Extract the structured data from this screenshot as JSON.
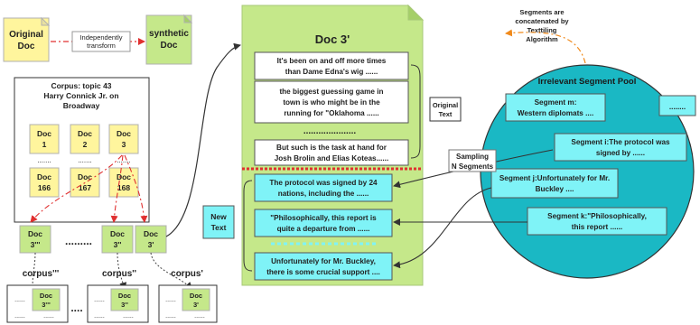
{
  "top": {
    "original_doc": [
      "Original",
      "Doc"
    ],
    "transform_label": [
      "Independently",
      "transform"
    ],
    "synthetic_doc": [
      "synthetic",
      "Doc"
    ]
  },
  "corpus": {
    "title": [
      "Corpus: topic 43",
      "Harry Connick Jr. on",
      "Broadway"
    ],
    "docs": [
      {
        "id": "doc-1",
        "lines": [
          "Doc",
          "1"
        ]
      },
      {
        "id": "doc-2",
        "lines": [
          "Doc",
          "2"
        ]
      },
      {
        "id": "doc-3",
        "lines": [
          "Doc",
          "3"
        ]
      },
      {
        "id": "doc-166",
        "lines": [
          "Doc",
          "166"
        ]
      },
      {
        "id": "doc-167",
        "lines": [
          "Doc",
          "167"
        ]
      },
      {
        "id": "doc-168",
        "lines": [
          "Doc",
          "168"
        ]
      }
    ],
    "dots": ".......",
    "bottom_docs": [
      {
        "id": "doc-3-triple",
        "lines": [
          "Doc",
          "3'''"
        ]
      },
      {
        "id": "doc-3-double",
        "lines": [
          "Doc",
          "3''"
        ]
      },
      {
        "id": "doc-3-single",
        "lines": [
          "Doc",
          "3'"
        ]
      }
    ],
    "bottom_ellipsis": ".........",
    "sub_corpora": [
      {
        "id": "corpus-triple",
        "label": "corpus'''",
        "doc": [
          "Doc",
          "3'''"
        ]
      },
      {
        "id": "corpus-double",
        "label": "corpus''",
        "doc": [
          "Doc",
          "3''"
        ]
      },
      {
        "id": "corpus-single",
        "label": "corpus'",
        "doc": [
          "Doc",
          "3'"
        ]
      }
    ],
    "sub_ellipsis": "....",
    "row_dots": "......"
  },
  "doc3": {
    "title": "Doc 3'",
    "original_segments": [
      [
        "It's been on and off more times",
        "than Dame Edna's wig ......"
      ],
      [
        "the biggest guessing game in",
        "town is who might be in the",
        "running for \"Oklahoma ......"
      ],
      [
        "But such is the task at hand for",
        "Josh Brolin and Elias Koteas......"
      ]
    ],
    "dotted_row": ".....................",
    "original_text_label": [
      "Original",
      "Text"
    ],
    "new_segments": [
      [
        "The protocol was signed by 24",
        "nations, including the ......"
      ],
      [
        "\"Philosophically, this report is",
        "quite a departure from ......"
      ],
      [
        "Unfortunately for Mr. Buckley,",
        "there is some crucial support ...."
      ]
    ],
    "new_text_label": [
      "New",
      "Text"
    ]
  },
  "pool": {
    "title": "Irrelevant Segment Pool",
    "segments": [
      {
        "id": "segment-m",
        "lines": [
          "Segment m:",
          "Western diplomats ...."
        ]
      },
      {
        "id": "segment-dots",
        "lines": [
          "........"
        ]
      },
      {
        "id": "segment-i",
        "lines": [
          "Segment i:The protocol was",
          "signed by ......"
        ]
      },
      {
        "id": "segment-j",
        "lines": [
          "Segment j:Unfortunately for Mr.",
          "Buckley ...."
        ]
      },
      {
        "id": "segment-k",
        "lines": [
          "Segment k:\"Philosophically,",
          "this report ......"
        ]
      }
    ],
    "sampling_label": [
      "Sampling",
      "N Segments"
    ],
    "concat_note": [
      "Segments are",
      "concatenated by",
      "Texttiling",
      "Algorithm"
    ]
  },
  "colors": {
    "doc_yellow": "#fff59d",
    "doc_green": "#c5e88a",
    "doc_border": "#b0b0b0",
    "pool_cyan": "#1ab8c4",
    "segment_cyan": "#7ff3f7",
    "red_dash": "#e03030",
    "orange_dash": "#f08a1c"
  }
}
